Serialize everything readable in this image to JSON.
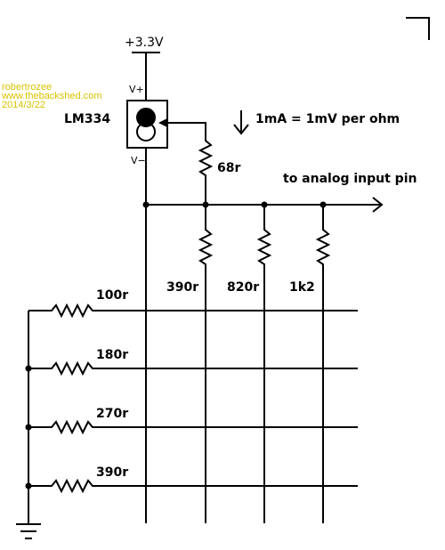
{
  "watermark": {
    "author": "robertrozee",
    "site": "www.thebackshed.com",
    "date": "2014/3/22",
    "color": "#d9c200"
  },
  "supply": {
    "label": "+3.3V"
  },
  "ic": {
    "name": "LM334",
    "pin_top": "V+",
    "pin_bottom": "V−"
  },
  "annotation": {
    "note": "1mA = 1mV per ohm"
  },
  "output": {
    "label": "to analog input pin"
  },
  "resistors": {
    "top": "68r",
    "col1": "390r",
    "col2": "820r",
    "col3": "1k2",
    "row1": "100r",
    "row2": "180r",
    "row3": "270r",
    "row4": "390r"
  }
}
